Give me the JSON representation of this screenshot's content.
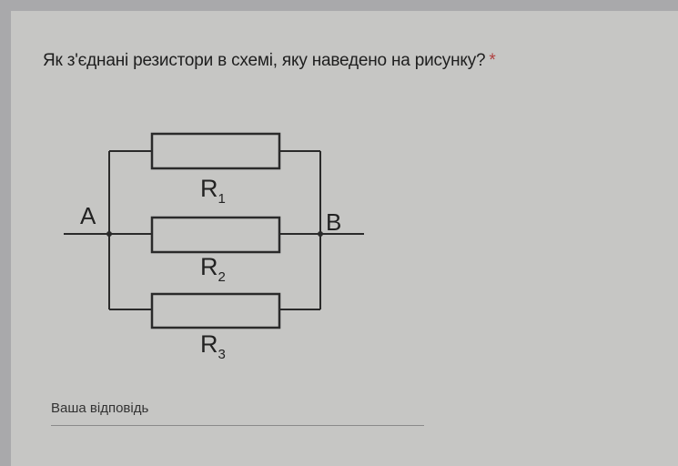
{
  "question": {
    "text": "Як з'єднані резистори в схемі, яку наведено на рисунку?",
    "required_mark": "*"
  },
  "diagram": {
    "node_a": "A",
    "node_b": "B",
    "resistors": [
      {
        "letter": "R",
        "sub": "1"
      },
      {
        "letter": "R",
        "sub": "2"
      },
      {
        "letter": "R",
        "sub": "3"
      }
    ]
  },
  "answer": {
    "placeholder": "Ваша відповідь"
  }
}
